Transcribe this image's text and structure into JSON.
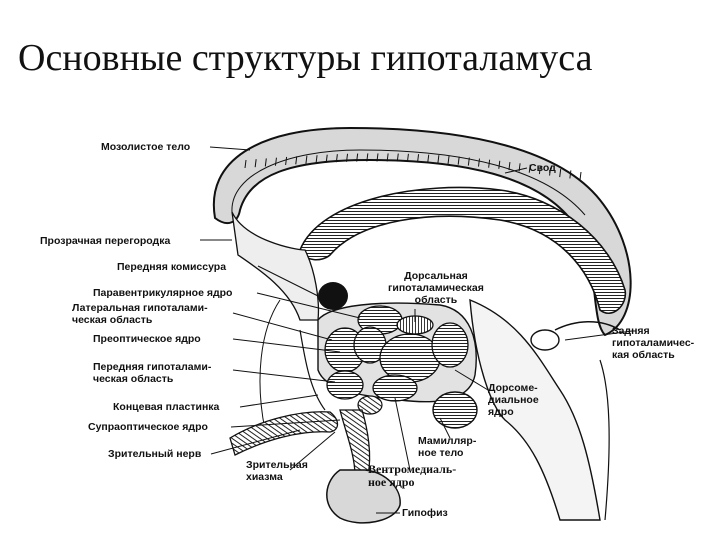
{
  "title": "Основные структуры гипоталамуса",
  "labels": {
    "corpus_callosum": "Мозолистое тело",
    "fornix": "Свод",
    "septum": "Прозрачная перегородка",
    "anterior_commissure": "Передняя комиссура",
    "paraventricular": "Паравентрикулярное ядро",
    "lateral_area": "Латеральная гипоталами-\nческая область",
    "preoptic": "Преоптическое ядро",
    "anterior_area": "Передняя гипоталами-\nческая область",
    "lamina_terminalis": "Концевая пластинка",
    "supraoptic": "Супраоптическое ядро",
    "optic_nerve": "Зрительный нерв",
    "optic_chiasm": "Зрительная\nхиазма",
    "dorsal_area": "Дорсальная\nгипоталамическая\nобласть",
    "posterior_area": "Задняя\nгипоталамичес-\nкая область",
    "dorsomedial": "Дорсоме-\nдиальное\nядро",
    "mammillary": "Мамилляр-\nное тело",
    "ventromedial": "Вентромедиаль-\nное ядро",
    "pituitary": "Гипофиз"
  }
}
